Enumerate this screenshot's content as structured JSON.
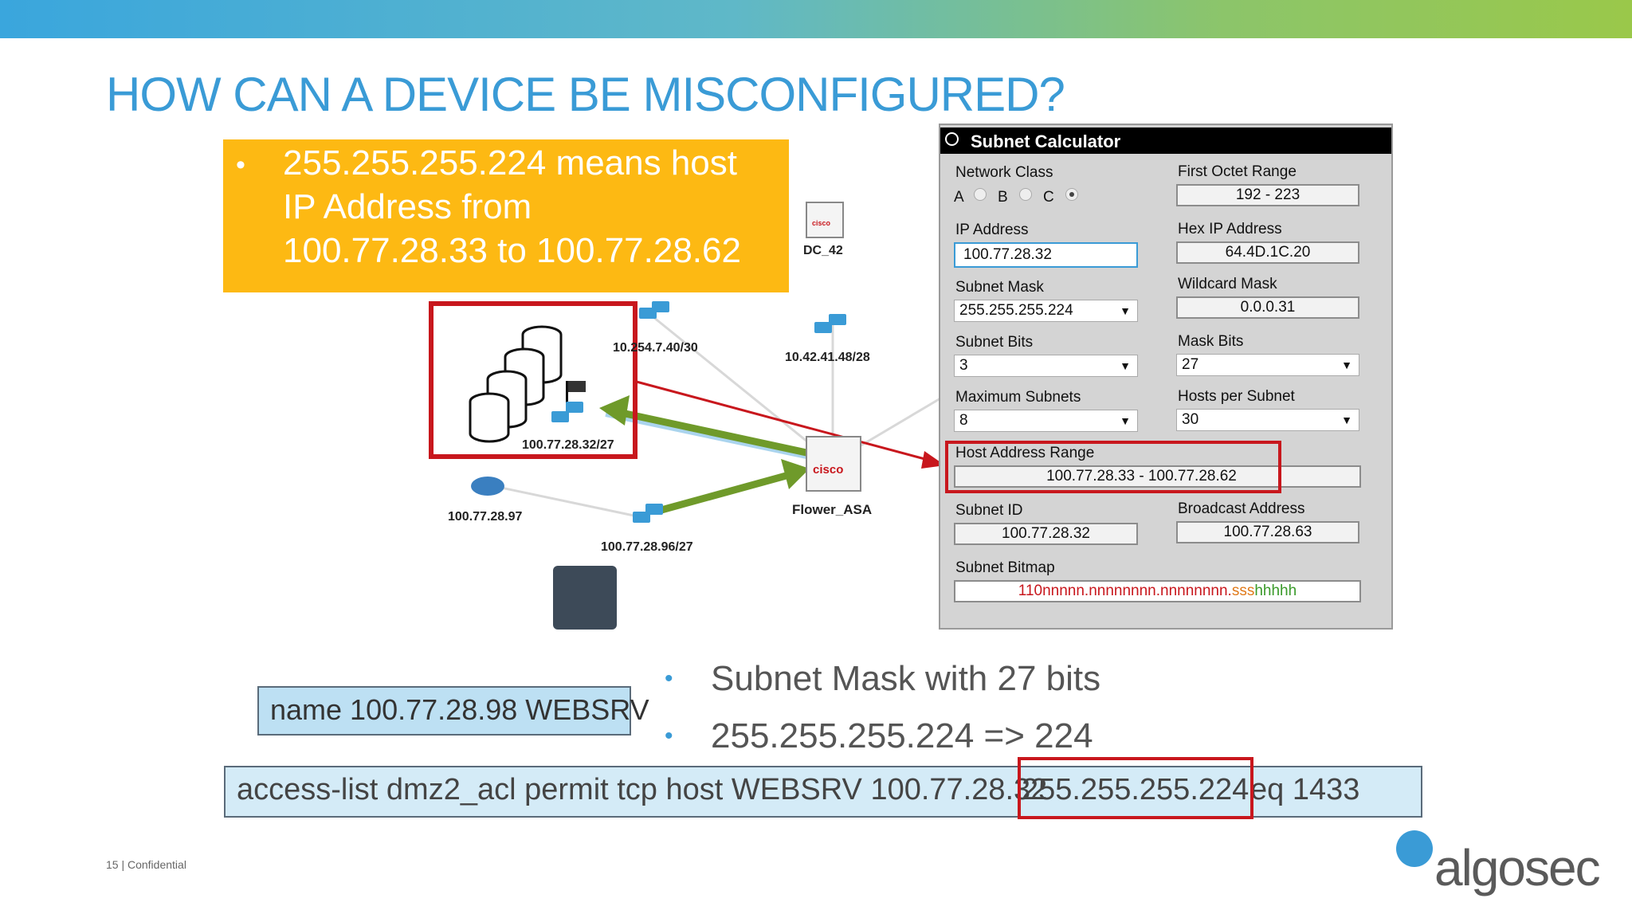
{
  "slide": {
    "title": "HOW CAN A DEVICE BE MISCONFIGURED?",
    "footer": "15 | Confidential",
    "logo": "algosec"
  },
  "callout": {
    "bullet": "•",
    "lines": [
      "255.255.255.224  means host",
      "IP Address from",
      "100.77.28.33 to 100.77.28.62"
    ]
  },
  "network": {
    "labels": {
      "net1": "10.254.7.40/30",
      "dc": "DC_42",
      "net2": "10.42.41.48/28",
      "hostnet": "100.77.28.32/27",
      "router": "100.77.28.97",
      "net3": "100.77.28.96/27",
      "asa": "Flower_ASA"
    },
    "cisco_text": "cisco"
  },
  "calculator": {
    "title": "Subnet Calculator",
    "network_class_label": "Network Class",
    "classes": [
      "A",
      "B",
      "C"
    ],
    "selected_class": "C",
    "first_octet_label": "First Octet Range",
    "first_octet_value": "192 - 223",
    "ip_label": "IP Address",
    "ip_value": "100.77.28.32",
    "hex_label": "Hex IP Address",
    "hex_value": "64.4D.1C.20",
    "mask_label": "Subnet Mask",
    "mask_value": "255.255.255.224",
    "wildcard_label": "Wildcard Mask",
    "wildcard_value": "0.0.0.31",
    "subnet_bits_label": "Subnet Bits",
    "subnet_bits_value": "3",
    "mask_bits_label": "Mask Bits",
    "mask_bits_value": "27",
    "max_subnets_label": "Maximum Subnets",
    "max_subnets_value": "8",
    "hosts_label": "Hosts per Subnet",
    "hosts_value": "30",
    "range_label": "Host Address Range",
    "range_value": "100.77.28.33 - 100.77.28.62",
    "subnet_id_label": "Subnet ID",
    "subnet_id_value": "100.77.28.32",
    "broadcast_label": "Broadcast Address",
    "broadcast_value": "100.77.28.63",
    "bitmap_label": "Subnet Bitmap",
    "bitmap_parts": {
      "p1": "110nnnnn.nnnnnnnn.nnnnnnnn.",
      "p2": "sss",
      "p3": "hhhhh"
    },
    "select_arrow": "▼"
  },
  "bullets": {
    "b1": "Subnet Mask with 27 bits",
    "b2": "255.255.255.224  => 224",
    "dot": "•"
  },
  "name_cmd": "name 100.77.28.98 WEBSRV",
  "acl": {
    "part1": "access-list dmz2_acl permit tcp host WEBSRV   100.77.28.32",
    "part2": "255.255.255.224",
    "part3": "eq 1433"
  },
  "colors": {
    "title_blue": "#3a9bd6",
    "callout_yellow": "#fdb913",
    "highlight_red": "#c8171d",
    "arrow_green": "#6f9a2a"
  }
}
